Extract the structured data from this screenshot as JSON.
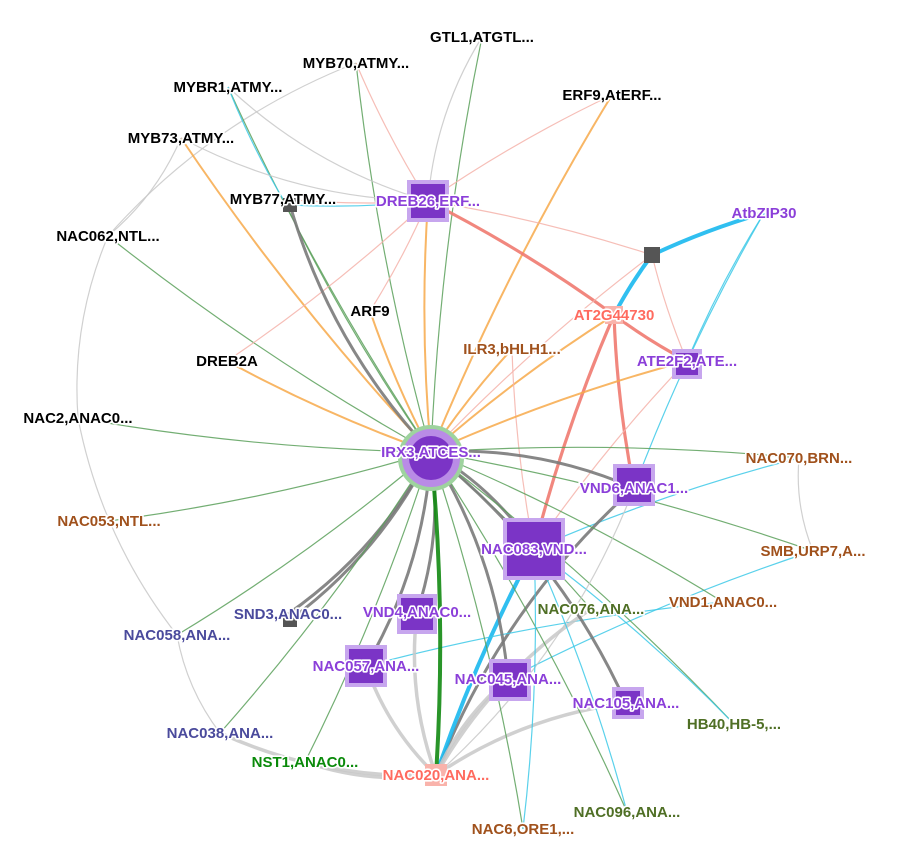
{
  "colors": {
    "black_label": "#000000",
    "purple_node": "#7b34c6",
    "purple_label": "#8b3fd9",
    "red_node": "#f0776c",
    "red_label": "#ff6b5f",
    "brown_label": "#a0511c",
    "olive_label": "#4f6f25",
    "green_label": "#0a8a0a",
    "slate_label": "#4a4a9c",
    "edge_grey": "#c8c8c8",
    "edge_dark_grey": "#7a7a7a",
    "edge_green": "#5aa05a",
    "edge_orange": "#f7a94a",
    "edge_pink": "#f4b3aa",
    "edge_red": "#f07a70",
    "edge_cyan": "#3dc9e8",
    "edge_strong_cyan": "#1ab8ee",
    "edge_strong_green": "#128a12"
  },
  "nodes": [
    {
      "id": "gtl1",
      "label": "GTL1,ATGTL...",
      "group": "black"
    },
    {
      "id": "myb70",
      "label": "MYB70,ATMY...",
      "group": "black"
    },
    {
      "id": "mybr1",
      "label": "MYBR1,ATMY...",
      "group": "black"
    },
    {
      "id": "erf9",
      "label": "ERF9,AtERF...",
      "group": "black"
    },
    {
      "id": "myb73",
      "label": "MYB73,ATMY...",
      "group": "black"
    },
    {
      "id": "myb77",
      "label": "MYB77,ATMY...",
      "group": "black"
    },
    {
      "id": "dreb26",
      "label": "DREB26,ERF...",
      "group": "purple"
    },
    {
      "id": "atbzip30",
      "label": "AtbZIP30",
      "group": "purple"
    },
    {
      "id": "nac062",
      "label": "NAC062,NTL...",
      "group": "black"
    },
    {
      "id": "arf9",
      "label": "ARF9",
      "group": "black"
    },
    {
      "id": "at2g44730",
      "label": "AT2G44730",
      "group": "red"
    },
    {
      "id": "ilr3",
      "label": "ILR3,bHLH1...",
      "group": "brown"
    },
    {
      "id": "ate2f2",
      "label": "ATE2F2,ATE...",
      "group": "purple"
    },
    {
      "id": "dreb2a",
      "label": "DREB2A",
      "group": "black"
    },
    {
      "id": "nac2",
      "label": "NAC2,ANAC0...",
      "group": "black"
    },
    {
      "id": "irx3",
      "label": "IRX3,ATCES...",
      "group": "purple"
    },
    {
      "id": "nac070",
      "label": "NAC070,BRN...",
      "group": "brown"
    },
    {
      "id": "vnd6",
      "label": "VND6,ANAC1...",
      "group": "purple"
    },
    {
      "id": "nac053",
      "label": "NAC053,NTL...",
      "group": "brown"
    },
    {
      "id": "nac083",
      "label": "NAC083,VND...",
      "group": "purple"
    },
    {
      "id": "smb",
      "label": "SMB,URP7,A...",
      "group": "brown"
    },
    {
      "id": "vnd1",
      "label": "VND1,ANAC0...",
      "group": "brown"
    },
    {
      "id": "snd3",
      "label": "SND3,ANAC0...",
      "group": "slate"
    },
    {
      "id": "vnd4",
      "label": "VND4,ANAC0...",
      "group": "purple"
    },
    {
      "id": "nac076",
      "label": "NAC076,ANA...",
      "group": "olive"
    },
    {
      "id": "nac058",
      "label": "NAC058,ANA...",
      "group": "slate"
    },
    {
      "id": "nac057",
      "label": "NAC057,ANA...",
      "group": "purple"
    },
    {
      "id": "nac045",
      "label": "NAC045,ANA...",
      "group": "purple"
    },
    {
      "id": "nac105",
      "label": "NAC105,ANA...",
      "group": "purple"
    },
    {
      "id": "hb40",
      "label": "HB40,HB-5,...",
      "group": "olive"
    },
    {
      "id": "nac038",
      "label": "NAC038,ANA...",
      "group": "slate"
    },
    {
      "id": "nst1",
      "label": "NST1,ANAC0...",
      "group": "green"
    },
    {
      "id": "nac020",
      "label": "NAC020,ANA...",
      "group": "red"
    },
    {
      "id": "nac096",
      "label": "NAC096,ANA...",
      "group": "olive"
    },
    {
      "id": "nac6",
      "label": "NAC6,ORE1,...",
      "group": "brown"
    },
    {
      "id": "sq1",
      "label": "",
      "group": "square"
    },
    {
      "id": "sq2",
      "label": "",
      "group": "square"
    },
    {
      "id": "sq3",
      "label": "",
      "group": "square"
    }
  ],
  "edges": [
    [
      "gtl1",
      "irx3",
      "edge_green"
    ],
    [
      "gtl1",
      "dreb26",
      "edge_grey"
    ],
    [
      "myb70",
      "irx3",
      "edge_green"
    ],
    [
      "myb70",
      "dreb26",
      "edge_pink"
    ],
    [
      "myb70",
      "nac062",
      "edge_grey"
    ],
    [
      "mybr1",
      "irx3",
      "edge_green"
    ],
    [
      "mybr1",
      "dreb26",
      "edge_grey"
    ],
    [
      "mybr1",
      "myb77",
      "edge_cyan"
    ],
    [
      "erf9",
      "irx3",
      "edge_orange"
    ],
    [
      "erf9",
      "dreb26",
      "edge_pink"
    ],
    [
      "myb73",
      "irx3",
      "edge_orange"
    ],
    [
      "myb73",
      "dreb26",
      "edge_grey"
    ],
    [
      "myb77",
      "irx3",
      "edge_green"
    ],
    [
      "myb77",
      "dreb26",
      "edge_pink"
    ],
    [
      "nac062",
      "irx3",
      "edge_green"
    ],
    [
      "nac062",
      "nac2",
      "edge_grey"
    ],
    [
      "nac062",
      "myb73",
      "edge_grey"
    ],
    [
      "arf9",
      "irx3",
      "edge_orange"
    ],
    [
      "arf9",
      "dreb26",
      "edge_pink"
    ],
    [
      "dreb2a",
      "irx3",
      "edge_orange"
    ],
    [
      "dreb2a",
      "dreb26",
      "edge_pink"
    ],
    [
      "nac2",
      "irx3",
      "edge_green"
    ],
    [
      "nac2",
      "nac058",
      "edge_grey"
    ],
    [
      "nac053",
      "irx3",
      "edge_green"
    ],
    [
      "dreb26",
      "irx3",
      "edge_orange"
    ],
    [
      "at2g44730",
      "dreb26",
      "edge_red"
    ],
    [
      "at2g44730",
      "irx3",
      "edge_orange"
    ],
    [
      "at2g44730",
      "nac083",
      "edge_red"
    ],
    [
      "at2g44730",
      "vnd6",
      "edge_red"
    ],
    [
      "at2g44730",
      "ate2f2",
      "edge_red"
    ],
    [
      "atbzip30",
      "sq1",
      "edge_strong_cyan"
    ],
    [
      "sq1",
      "at2g44730",
      "edge_strong_cyan"
    ],
    [
      "atbzip30",
      "vnd6",
      "edge_cyan"
    ],
    [
      "atbzip30",
      "ate2f2",
      "edge_cyan"
    ],
    [
      "sq1",
      "dreb26",
      "edge_pink"
    ],
    [
      "sq1",
      "irx3",
      "edge_pink"
    ],
    [
      "sq1",
      "ate2f2",
      "edge_pink"
    ],
    [
      "ilr3",
      "irx3",
      "edge_orange"
    ],
    [
      "ilr3",
      "nac083",
      "edge_pink"
    ],
    [
      "ate2f2",
      "irx3",
      "edge_orange"
    ],
    [
      "ate2f2",
      "nac083",
      "edge_pink"
    ],
    [
      "nac070",
      "irx3",
      "edge_green"
    ],
    [
      "nac070",
      "smb",
      "edge_grey"
    ],
    [
      "nac070",
      "nac083",
      "edge_cyan"
    ],
    [
      "vnd6",
      "irx3",
      "edge_dark_grey"
    ],
    [
      "vnd6",
      "nac020",
      "edge_dark_grey"
    ],
    [
      "nac083",
      "irx3",
      "edge_dark_grey"
    ],
    [
      "nac083",
      "nac020",
      "edge_strong_cyan"
    ],
    [
      "smb",
      "irx3",
      "edge_green"
    ],
    [
      "smb",
      "nac045",
      "edge_cyan"
    ],
    [
      "vnd1",
      "irx3",
      "edge_green"
    ],
    [
      "vnd1",
      "nac057",
      "edge_cyan"
    ],
    [
      "snd3",
      "irx3",
      "edge_dark_grey"
    ],
    [
      "sq2",
      "irx3",
      "edge_dark_grey"
    ],
    [
      "vnd4",
      "irx3",
      "edge_dark_grey"
    ],
    [
      "vnd4",
      "nac020",
      "edge_grey"
    ],
    [
      "nac076",
      "irx3",
      "edge_green"
    ],
    [
      "nac076",
      "nac020",
      "edge_grey"
    ],
    [
      "nac058",
      "irx3",
      "edge_green"
    ],
    [
      "nac058",
      "nac038",
      "edge_grey"
    ],
    [
      "nac057",
      "irx3",
      "edge_dark_grey"
    ],
    [
      "nac057",
      "nac020",
      "edge_grey"
    ],
    [
      "nac045",
      "irx3",
      "edge_dark_grey"
    ],
    [
      "nac045",
      "nac020",
      "edge_grey"
    ],
    [
      "nac105",
      "irx3",
      "edge_dark_grey"
    ],
    [
      "nac105",
      "nac020",
      "edge_grey"
    ],
    [
      "hb40",
      "irx3",
      "edge_green"
    ],
    [
      "hb40",
      "nac083",
      "edge_cyan"
    ],
    [
      "nac038",
      "irx3",
      "edge_green"
    ],
    [
      "nac038",
      "nac020",
      "edge_grey"
    ],
    [
      "nst1",
      "irx3",
      "edge_green"
    ],
    [
      "nst1",
      "nac020",
      "edge_grey"
    ],
    [
      "nac020",
      "irx3",
      "edge_strong_green"
    ],
    [
      "nac020",
      "vnd6",
      "edge_grey"
    ],
    [
      "nac096",
      "irx3",
      "edge_green"
    ],
    [
      "nac096",
      "nac083",
      "edge_cyan"
    ],
    [
      "nac6",
      "irx3",
      "edge_green"
    ],
    [
      "nac6",
      "nac083",
      "edge_cyan"
    ],
    [
      "sq3",
      "irx3",
      "edge_dark_grey"
    ],
    [
      "sq3",
      "dreb26",
      "edge_cyan"
    ]
  ]
}
